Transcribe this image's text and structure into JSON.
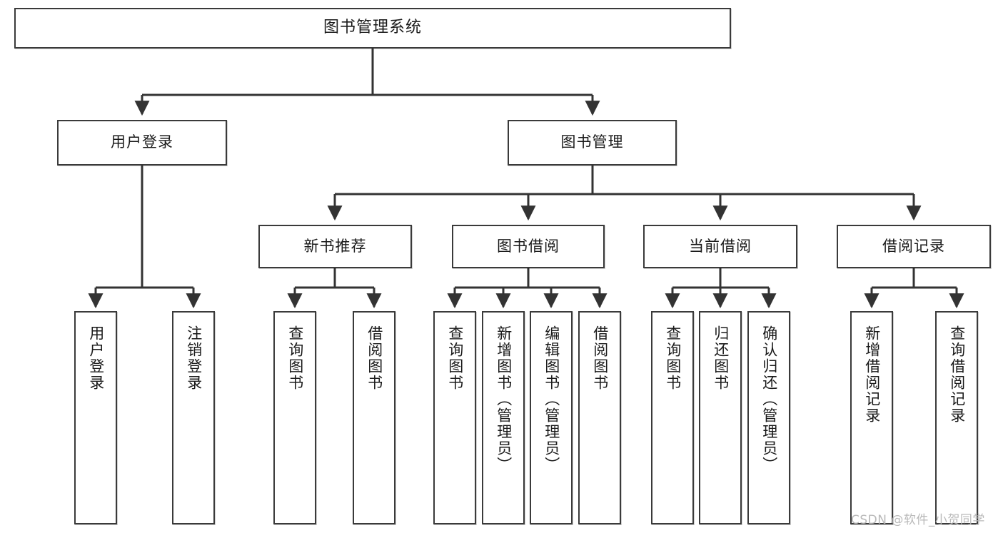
{
  "diagram": {
    "type": "tree",
    "title": "图书管理系统",
    "orientation": "top-down",
    "colors": {
      "box_border": "#3a3a3a",
      "box_fill": "#ffffff",
      "edge": "#333333",
      "text": "#1a1a1a",
      "watermark": "#b9b9b9"
    }
  },
  "root": {
    "label": "图书管理系统"
  },
  "level1": [
    {
      "label": "用户登录"
    },
    {
      "label": "图书管理"
    }
  ],
  "level2": [
    {
      "label": "新书推荐"
    },
    {
      "label": "图书借阅"
    },
    {
      "label": "当前借阅"
    },
    {
      "label": "借阅记录"
    }
  ],
  "leaves": {
    "user_login": [
      {
        "label": "用户登录"
      },
      {
        "label": "注销登录"
      }
    ],
    "new_book": [
      {
        "label": "查询图书"
      },
      {
        "label": "借阅图书"
      }
    ],
    "borrow_book": [
      {
        "label": "查询图书"
      },
      {
        "label": "新增图书（管理员）"
      },
      {
        "label": "编辑图书（管理员）"
      },
      {
        "label": "借阅图书"
      }
    ],
    "current_borrow": [
      {
        "label": "查询图书"
      },
      {
        "label": "归还图书"
      },
      {
        "label": "确认归还（管理员）"
      }
    ],
    "borrow_record": [
      {
        "label": "新增借阅记录"
      },
      {
        "label": "查询借阅记录"
      }
    ]
  },
  "watermark": {
    "text": "CSDN @软件_小贺同学"
  }
}
